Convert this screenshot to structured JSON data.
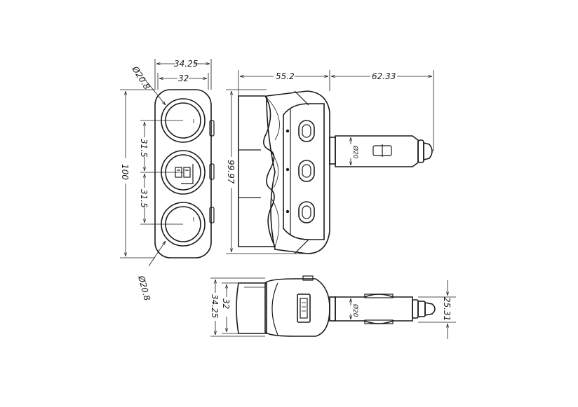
{
  "dimensions": {
    "front_outer_width": "34.25",
    "front_inner_width": "32",
    "socket_diameter_top": "Ø20.8",
    "socket_diameter_bottom": "Ø20.8",
    "socket_spacing_upper": "31.5",
    "socket_spacing_lower": "31.5",
    "total_height": "100",
    "side_height": "99.97",
    "side_body_length": "55.2",
    "plug_length": "62.33",
    "plug_diameter_side": "Ø20",
    "bottom_outer_height": "34.25",
    "bottom_inner_height": "32",
    "plug_diameter_bottom": "Ø20",
    "plug_tip_height": "25.31"
  }
}
